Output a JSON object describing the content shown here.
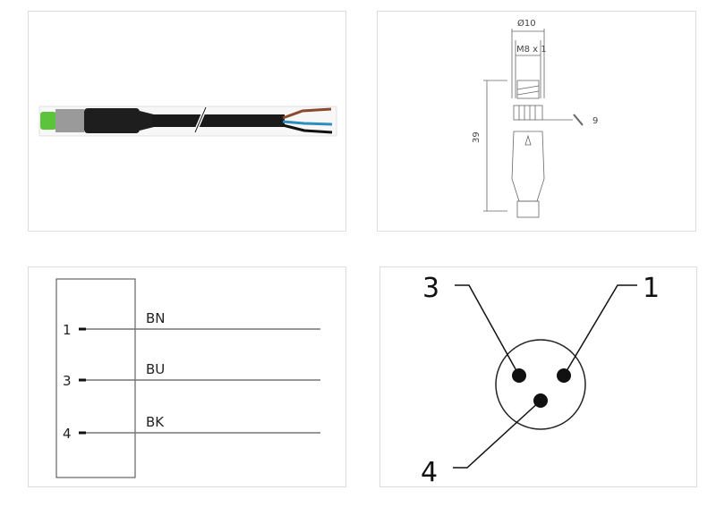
{
  "dimension_drawing": {
    "outer_diameter": "Ø10",
    "thread": "M8 x 1",
    "length": "39",
    "wrench_size": "9"
  },
  "wiring_diagram": {
    "pins": [
      {
        "pin": "1",
        "wire": "BN"
      },
      {
        "pin": "3",
        "wire": "BU"
      },
      {
        "pin": "4",
        "wire": "BK"
      }
    ]
  },
  "pinout": {
    "labels": [
      "3",
      "1",
      "4"
    ]
  },
  "colors": {
    "connector_green": "#5cc43c",
    "cable_black": "#1a1a1a",
    "wire_brown": "#8b4a2b",
    "wire_blue": "#2a8fbf"
  }
}
